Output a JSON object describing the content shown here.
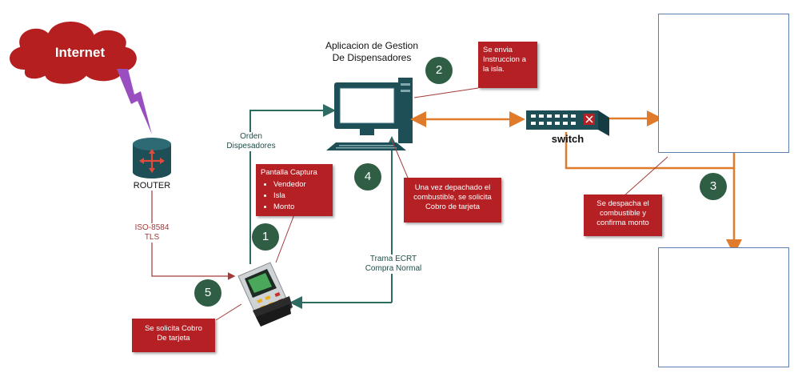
{
  "internet": {
    "label": "Internet"
  },
  "router": {
    "label": "ROUTER"
  },
  "link_router_pos": {
    "label": "ISO-8584\nTLS"
  },
  "app": {
    "title": "Aplicacion de Gestion\nDe Dispensadores"
  },
  "switch": {
    "label": "switch"
  },
  "edges": {
    "orden": "Orden\nDispesadores",
    "trama": "Trama ECRT\nCompra Normal"
  },
  "notes": {
    "n1_title": "Pantalla Captura",
    "n1_items": [
      "Vendedor",
      "Isla",
      "Monto"
    ],
    "n2": "Se envia\nInstruccion a\nla isla.",
    "n3": "Se despacha el\ncombustible y\nconfirma monto",
    "n4": "Una vez depachado el\ncombustible, se solicita\nCobro de tarjeta",
    "n5": "Se solicita Cobro\nDe tarjeta"
  },
  "steps": [
    "1",
    "2",
    "3",
    "4",
    "5"
  ],
  "colors": {
    "accent_orange": "#e07b2c",
    "teal": "#2d6b63",
    "red_note": "#b52025",
    "step_green": "#2f5e44",
    "router_teal": "#1e4f57",
    "cloud_red": "#b51f1f",
    "lightning": "#9a4fc0"
  }
}
